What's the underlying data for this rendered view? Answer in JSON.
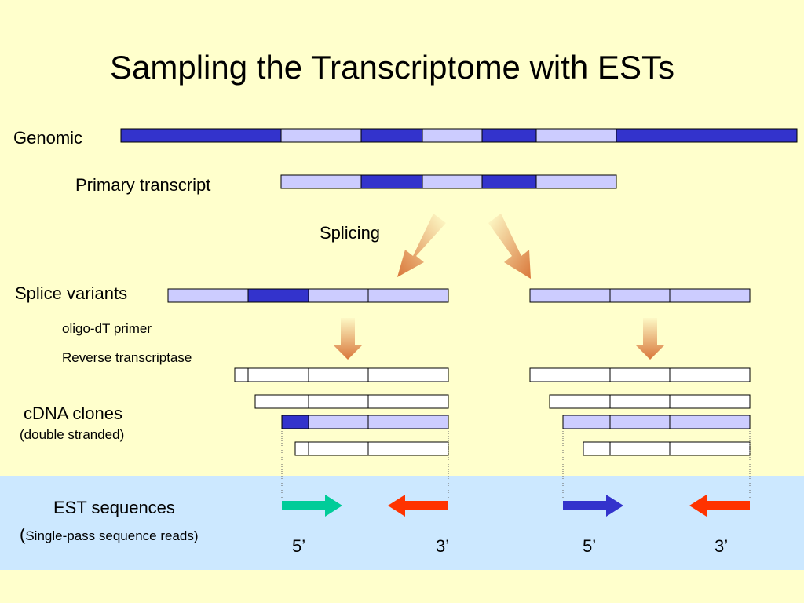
{
  "title": "Sampling the Transcriptome with ESTs",
  "labels": {
    "genomic": "Genomic",
    "primary_transcript": "Primary transcript",
    "splicing": "Splicing",
    "splice_variants": "Splice variants",
    "oligo_dt_primer": "oligo-dT primer",
    "reverse_transcriptase": "Reverse transcriptase",
    "cdna_clones": "cDNA clones",
    "double_stranded": "(double stranded)",
    "est_sequences": "EST sequences",
    "est_open_paren": "(",
    "single_pass": "Single-pass sequence reads)",
    "five_prime_1": "5’",
    "three_prime_1": "3’",
    "five_prime_2": "5’",
    "three_prime_2": "3’"
  },
  "colors": {
    "background": "#ffffcc",
    "est_band": "#cce8ff",
    "exon_dark": "#3333cc",
    "exon_light": "#ccccff",
    "splice_arrow": "#d9773a",
    "est_green": "#00cc99",
    "est_red": "#ff3300",
    "est_blue": "#3333cc"
  }
}
